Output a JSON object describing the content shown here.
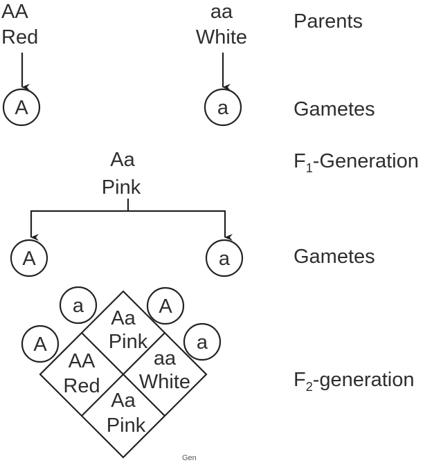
{
  "parents": {
    "left": {
      "genotype": "AA",
      "phenotype": "Red",
      "gamete": "A"
    },
    "right": {
      "genotype": "aa",
      "phenotype": "White",
      "gamete": "a"
    }
  },
  "f1": {
    "genotype": "Aa",
    "phenotype": "Pink",
    "gametes": [
      "A",
      "a"
    ]
  },
  "f2": {
    "gametes_top": [
      "a",
      "A"
    ],
    "gametes_side": [
      "A",
      "a"
    ],
    "cells": {
      "top": {
        "genotype": "Aa",
        "phenotype": "Pink"
      },
      "left": {
        "genotype": "AA",
        "phenotype": "Red"
      },
      "right": {
        "genotype": "aa",
        "phenotype": "White"
      },
      "bottom": {
        "genotype": "Aa",
        "phenotype": "Pink"
      }
    }
  },
  "labels": {
    "parents": "Parents",
    "gametes1": "Gametes",
    "f1_prefix": "F",
    "f1_sub": "1",
    "f1_suffix": "-Generation",
    "gametes2": "Gametes",
    "f2_prefix": "F",
    "f2_sub": "2",
    "f2_suffix": "-generation"
  },
  "watermark": "Gen"
}
